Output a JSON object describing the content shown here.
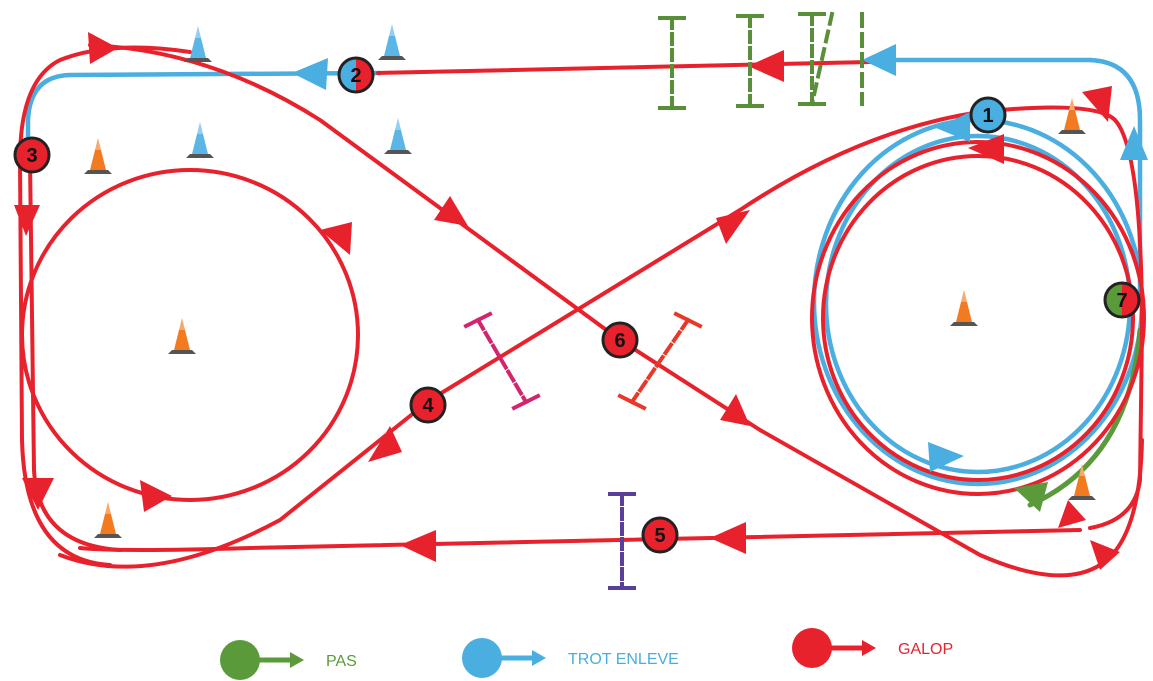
{
  "colors": {
    "walk": "#5a9a3a",
    "trot": "#4aaee0",
    "canter": "#e8222d",
    "cone_orange": "#f27b21",
    "cone_blue": "#5bb6e6",
    "pole_green": "#5a8f3a",
    "pole_magenta": "#d4246e",
    "pole_red": "#e8382a",
    "pole_purple": "#5a3f9a"
  },
  "markers": [
    {
      "label": "1",
      "style": "trot"
    },
    {
      "label": "2",
      "style": "split"
    },
    {
      "label": "3",
      "style": "canter"
    },
    {
      "label": "4",
      "style": "canter"
    },
    {
      "label": "5",
      "style": "canter"
    },
    {
      "label": "6",
      "style": "canter"
    },
    {
      "label": "7",
      "style": "split-green"
    }
  ],
  "legend": [
    {
      "key": "walk",
      "label": "PAS"
    },
    {
      "key": "trot",
      "label": "TROT ENLEVE"
    },
    {
      "key": "canter",
      "label": "GALOP"
    }
  ],
  "icons": {
    "cone": "traffic-cone-icon",
    "pole": "ground-pole-icon"
  }
}
